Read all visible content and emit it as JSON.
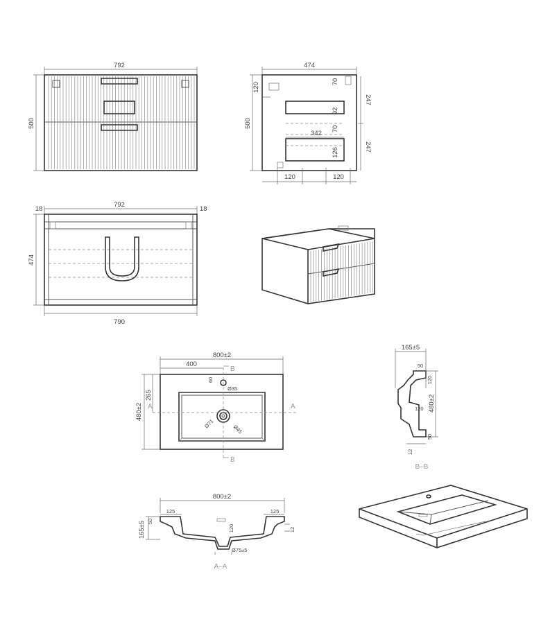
{
  "front_view": {
    "width": "792",
    "height": "500"
  },
  "side_view": {
    "depth": "474",
    "height": "500",
    "d120_top": "120",
    "d70_upper": "70",
    "d247_upper": "247",
    "d92": "92",
    "d70_lower": "70",
    "d342": "342",
    "d126": "126",
    "d247_lower": "247",
    "d120_left": "120",
    "d120_right": "120"
  },
  "top_view": {
    "width_top": "792",
    "side_left": "18",
    "side_right": "18",
    "depth": "474",
    "width_bottom": "790"
  },
  "basin_plan": {
    "width": "800±2",
    "offset": "400",
    "d60": "60",
    "d35": "Ø35",
    "depth_dim": "480±2",
    "d265": "265",
    "d71": "Ø71",
    "d45": "Ø45",
    "sec_a_left": "A",
    "sec_a_right": "A",
    "sec_b_top": "B",
    "sec_b_bottom": "B"
  },
  "section_bb": {
    "top": "165±5",
    "d50_top": "50",
    "d120_a": "120",
    "d120_b": "120",
    "height": "480±2",
    "d50_bot": "50",
    "d12": "12",
    "label": "B–B"
  },
  "section_aa": {
    "width": "800±2",
    "d125_left": "125",
    "d125_right": "125",
    "d50": "50",
    "height": "165±5",
    "d120": "120",
    "d12": "12",
    "drain": "Ø75±5",
    "label": "A–A"
  }
}
